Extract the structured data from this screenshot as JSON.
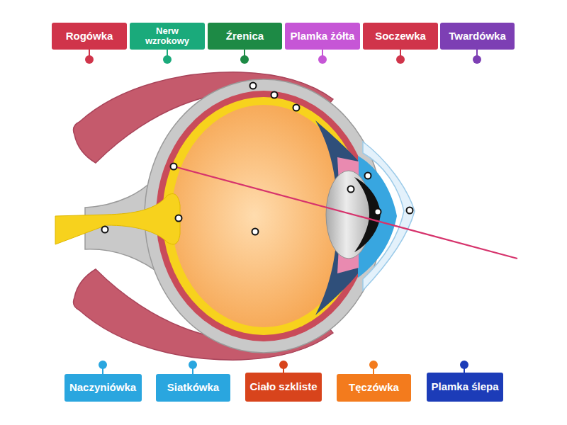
{
  "diagram": {
    "nodes": [
      {
        "text": [
          "Rogówka"
        ]
      },
      {
        "text": [
          "Nerw wzrokowy"
        ]
      },
      {
        "text": [
          "Źrenica"
        ]
      },
      {
        "text": [
          "Plamka żółta"
        ]
      },
      {
        "text": [
          "Soczewka"
        ]
      },
      {
        "text": [
          "Twardówka"
        ]
      },
      {
        "text": [
          "Naczyniówka"
        ]
      },
      {
        "text": [
          "Siatkówka"
        ]
      },
      {
        "text": [
          "Ciało szkliste"
        ]
      },
      {
        "text": [
          "Tęczówka"
        ]
      },
      {
        "text": [
          "Plamka ślepa"
        ]
      }
    ]
  }
}
